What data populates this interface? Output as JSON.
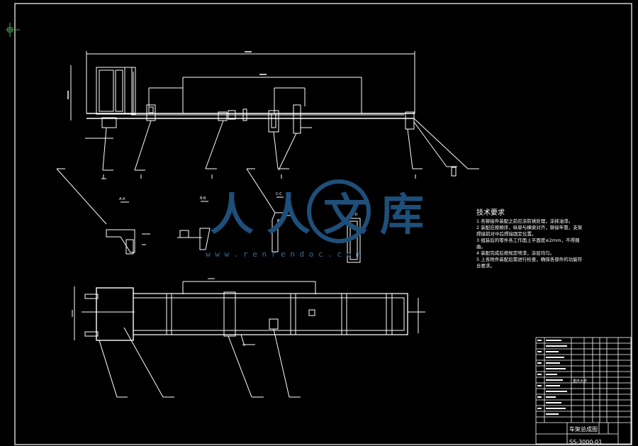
{
  "drawing": {
    "notes_title": "技术要求",
    "notes": [
      "1  各铆接件装配之前应涂防锈处理，涂抹油漆。",
      "2  装配应按顺序，纵梁与横梁对齐，铆接牢靠，支架焊接前对中后焊接固定位置。",
      "3  组装后的零件各工作面上平面度≤2mm，不得翘曲。",
      "4  装配完成后按规定喷漆，涂层均匀。",
      "5  上各附件装配后需进行检查，确保各部件的功能符合要求。"
    ],
    "title_block": {
      "name": "车架总成图",
      "number": "SS-3000-01",
      "company_short": "重庆大学"
    },
    "section_labels": [
      "A-A",
      "B-B",
      "C-C",
      "D-D"
    ]
  },
  "watermark": {
    "brand": "人人文库",
    "url": "w w w . r e n r e n d o c . c o m"
  },
  "colors": {
    "background": "#000000",
    "line": "#ffffff",
    "watermark": "#1e4f7a"
  }
}
